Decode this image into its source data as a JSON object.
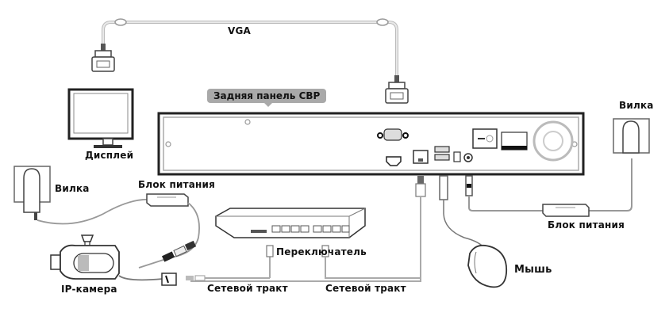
{
  "diagram": {
    "title": "NVR rear panel connection diagram",
    "labels": {
      "vga": "VGA",
      "rear_panel": "Задняя панель СВР",
      "display": "Дисплей",
      "plug_left": "Вилка",
      "power_adapter_left": "Блок питания",
      "ip_camera": "IP-камера",
      "network_path_1": "Сетевой тракт",
      "switch": "Переключатель",
      "network_path_2": "Сетевой тракт",
      "mouse": "Мышь",
      "power_adapter_right": "Блок питания",
      "plug_right": "Вилка"
    },
    "nodes": [
      {
        "id": "display",
        "label": "Дисплей",
        "icon": "monitor-icon"
      },
      {
        "id": "nvr",
        "label": "Задняя панель СВР",
        "icon": "nvr-rear-panel-icon"
      },
      {
        "id": "plug_left",
        "label": "Вилка",
        "icon": "wall-plug-icon"
      },
      {
        "id": "psu_left",
        "label": "Блок питания",
        "icon": "power-adapter-icon"
      },
      {
        "id": "camera",
        "label": "IP-камера",
        "icon": "ip-camera-icon"
      },
      {
        "id": "switch",
        "label": "Переключатель",
        "icon": "network-switch-icon"
      },
      {
        "id": "mouse",
        "label": "Мышь",
        "icon": "mouse-icon"
      },
      {
        "id": "psu_right",
        "label": "Блок питания",
        "icon": "power-adapter-icon"
      },
      {
        "id": "plug_right",
        "label": "Вилка",
        "icon": "wall-plug-icon"
      }
    ],
    "edges": [
      {
        "from": "display",
        "to": "nvr",
        "label": "VGA"
      },
      {
        "from": "plug_left",
        "to": "psu_left",
        "label": ""
      },
      {
        "from": "psu_left",
        "to": "camera",
        "label": ""
      },
      {
        "from": "camera",
        "to": "switch",
        "label": "Сетевой тракт"
      },
      {
        "from": "switch",
        "to": "nvr",
        "label": "Сетевой тракт"
      },
      {
        "from": "mouse",
        "to": "nvr",
        "label": ""
      },
      {
        "from": "plug_right",
        "to": "psu_right",
        "label": ""
      },
      {
        "from": "psu_right",
        "to": "nvr",
        "label": ""
      }
    ]
  }
}
